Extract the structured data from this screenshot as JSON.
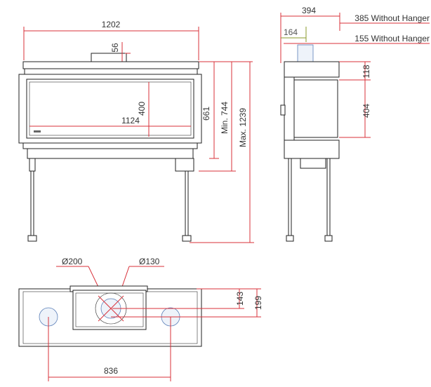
{
  "colors": {
    "dimension_line": "#d8313a",
    "inner_dimension_line": "#8a9a2a",
    "outline": "#222222",
    "flue_accent": "#5b7fb8"
  },
  "front_view": {
    "width_label": "1202",
    "flue_offset_label": "56",
    "glass_height_label": "400",
    "glass_width_label": "1124",
    "height_label": "661",
    "min_height_label": "Min. 744",
    "max_height_label": "Max. 1239"
  },
  "side_view": {
    "depth_label": "394",
    "depth_no_hanger_label": "385 Without Hanger",
    "flue_depth_label": "164",
    "flue_depth_no_hanger_label": "155 Without Hanger",
    "top_offset_label": "118",
    "glass_height_label": "404"
  },
  "top_view": {
    "outer_flue_diameter_label": "Ø200",
    "inner_flue_diameter_label": "Ø130",
    "flue_offset_label": "143",
    "outer_offset_label": "199",
    "leg_spacing_label": "836"
  }
}
